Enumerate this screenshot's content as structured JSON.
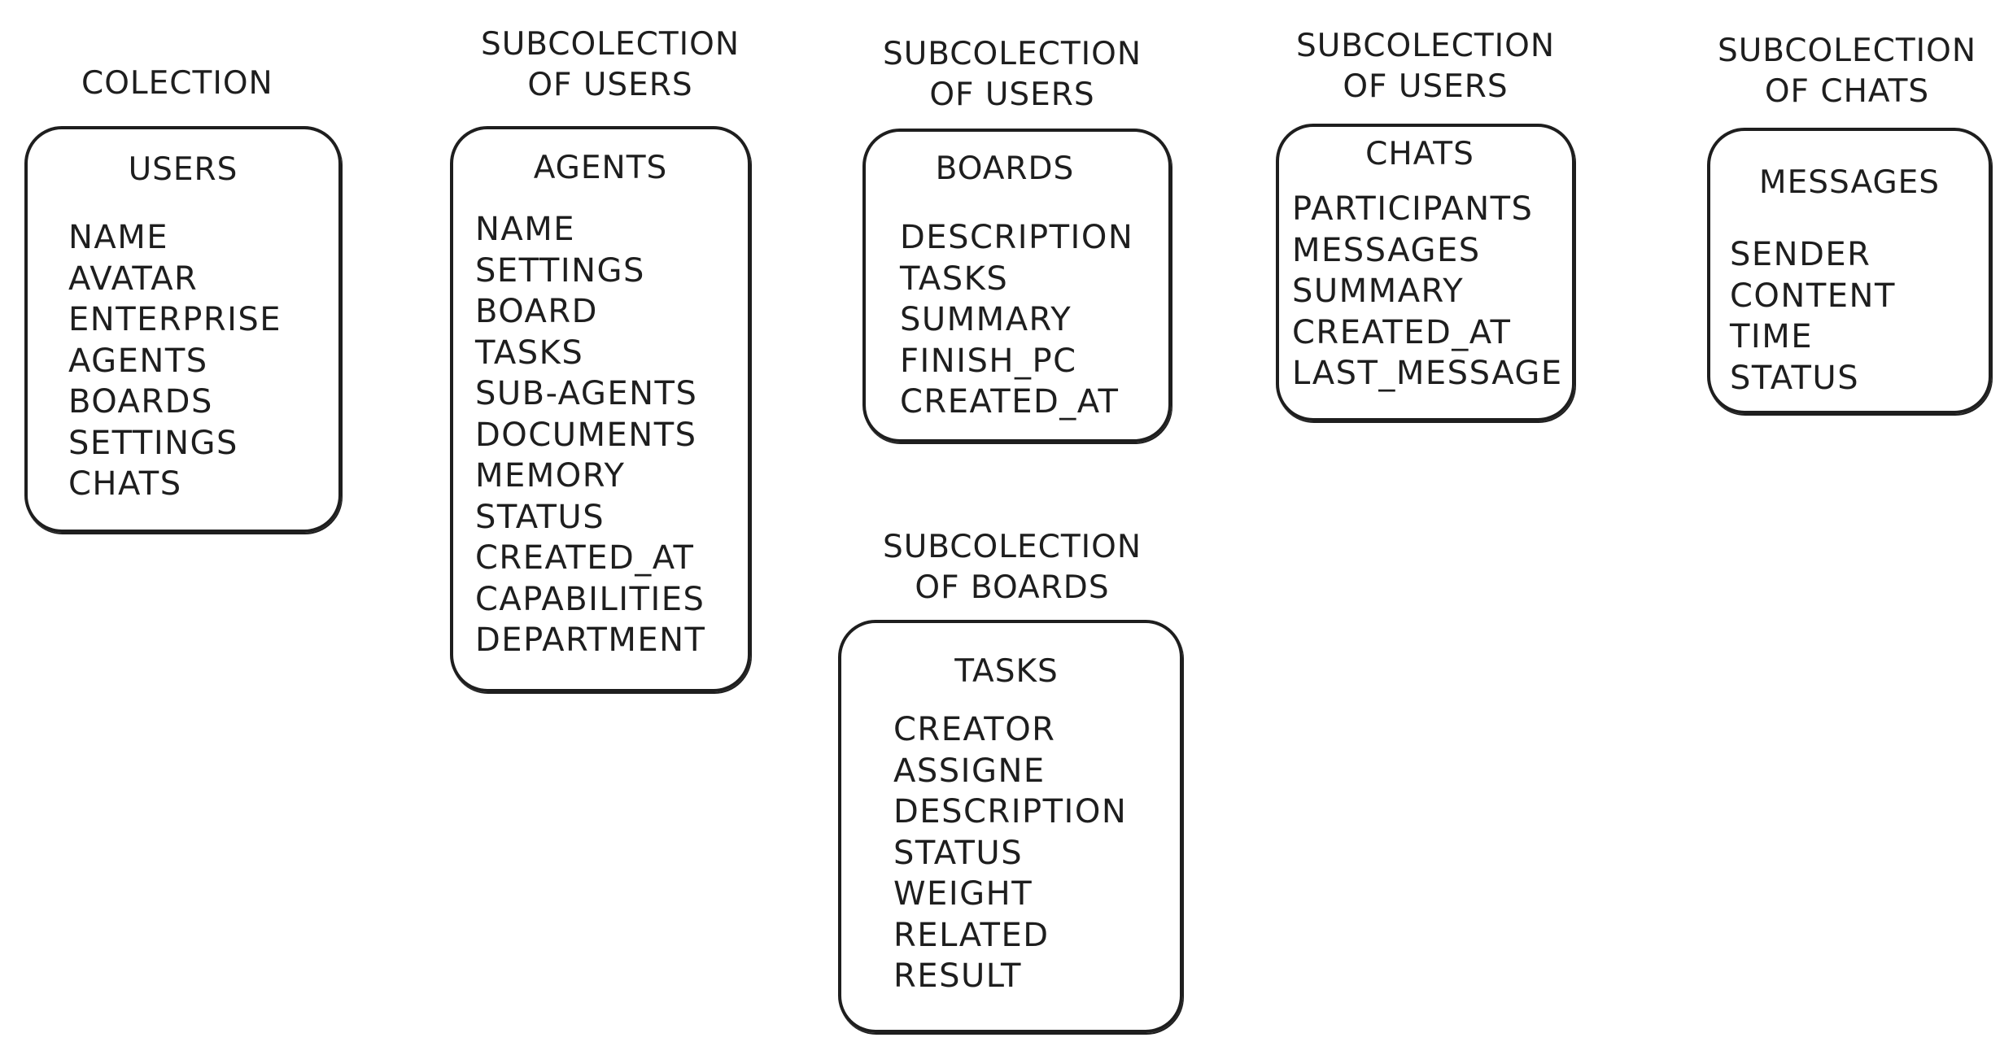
{
  "collections": [
    {
      "caption": [
        "COLECTION"
      ],
      "title": "USERS",
      "fields": [
        "NAME",
        "AVATAR",
        "ENTERPRISE",
        "AGENTS",
        "BOARDS",
        "SETTINGS",
        "CHATS"
      ]
    },
    {
      "caption": [
        "SUBCOLECTION",
        "OF USERS"
      ],
      "title": "AGENTS",
      "fields": [
        "NAME",
        "SETTINGS",
        "BOARD",
        "TASKS",
        "SUB-AGENTS",
        "DOCUMENTS",
        "MEMORY",
        "STATUS",
        "CREATED_AT",
        "CAPABILITIES",
        "DEPARTMENT"
      ]
    },
    {
      "caption": [
        "SUBCOLECTION",
        "OF USERS"
      ],
      "title": "BOARDS",
      "fields": [
        "DESCRIPTION",
        "TASKS",
        "SUMMARY",
        "FINISH_PC",
        "CREATED_AT"
      ]
    },
    {
      "caption": [
        "SUBCOLECTION",
        "OF USERS"
      ],
      "title": "CHATS",
      "fields": [
        "PARTICIPANTS",
        "MESSAGES",
        "SUMMARY",
        "CREATED_AT",
        "LAST_MESSAGE"
      ]
    },
    {
      "caption": [
        "SUBCOLECTION",
        "OF CHATS"
      ],
      "title": "MESSAGES",
      "fields": [
        "SENDER",
        "CONTENT",
        "TIME",
        "STATUS"
      ]
    },
    {
      "caption": [
        "SUBCOLECTION",
        "OF BOARDS"
      ],
      "title": "TASKS",
      "fields": [
        "CREATOR",
        "ASSIGNE",
        "DESCRIPTION",
        "STATUS",
        "WEIGHT",
        "RELATED",
        "RESULT"
      ]
    }
  ]
}
